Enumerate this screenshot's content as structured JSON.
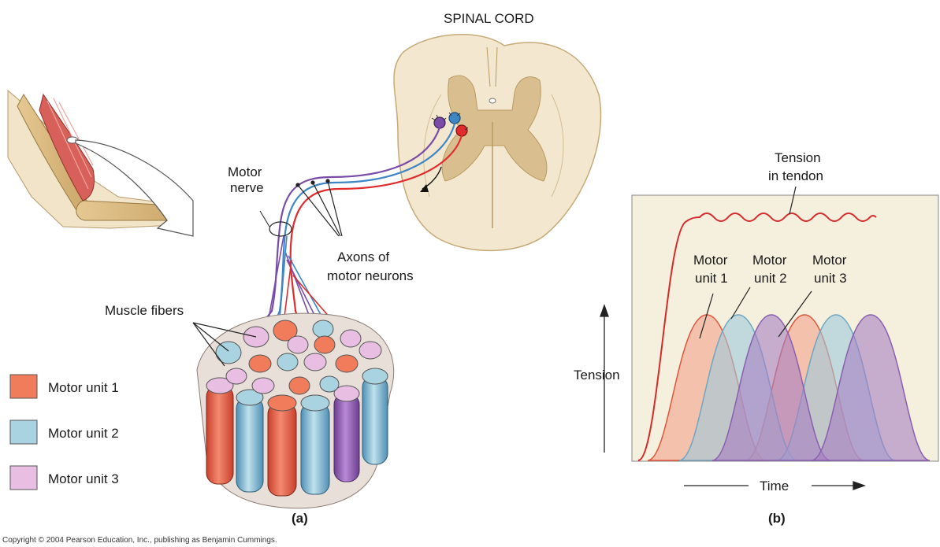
{
  "labels": {
    "spinal_cord": "SPINAL CORD",
    "motor_nerve_1": "Motor",
    "motor_nerve_2": "nerve",
    "axons_1": "Axons of",
    "axons_2": "motor neurons",
    "muscle_fibers": "Muscle fibers",
    "panel_a": "(a)",
    "panel_b": "(b)"
  },
  "legend": [
    {
      "label": "Motor unit 1",
      "color": "#f07c5c"
    },
    {
      "label": "Motor unit 2",
      "color": "#a9d3e0"
    },
    {
      "label": "Motor unit 3",
      "color": "#e8bfe2"
    }
  ],
  "graph": {
    "ylabel": "Tension",
    "xlabel": "Time",
    "tendon_1": "Tension",
    "tendon_2": "in tendon",
    "unit_labels": [
      {
        "line1": "Motor",
        "line2": "unit 1"
      },
      {
        "line1": "Motor",
        "line2": "unit 2"
      },
      {
        "line1": "Motor",
        "line2": "unit 3"
      }
    ],
    "colors": {
      "unit1": "#f29a83",
      "unit2": "#9fc9dc",
      "unit3": "#a77fc3",
      "tendon": "#d62a2a",
      "panel_bg": "#f5efdd"
    }
  },
  "copyright": "Copyright © 2004 Pearson Education, Inc., publishing as Benjamin Cummings."
}
